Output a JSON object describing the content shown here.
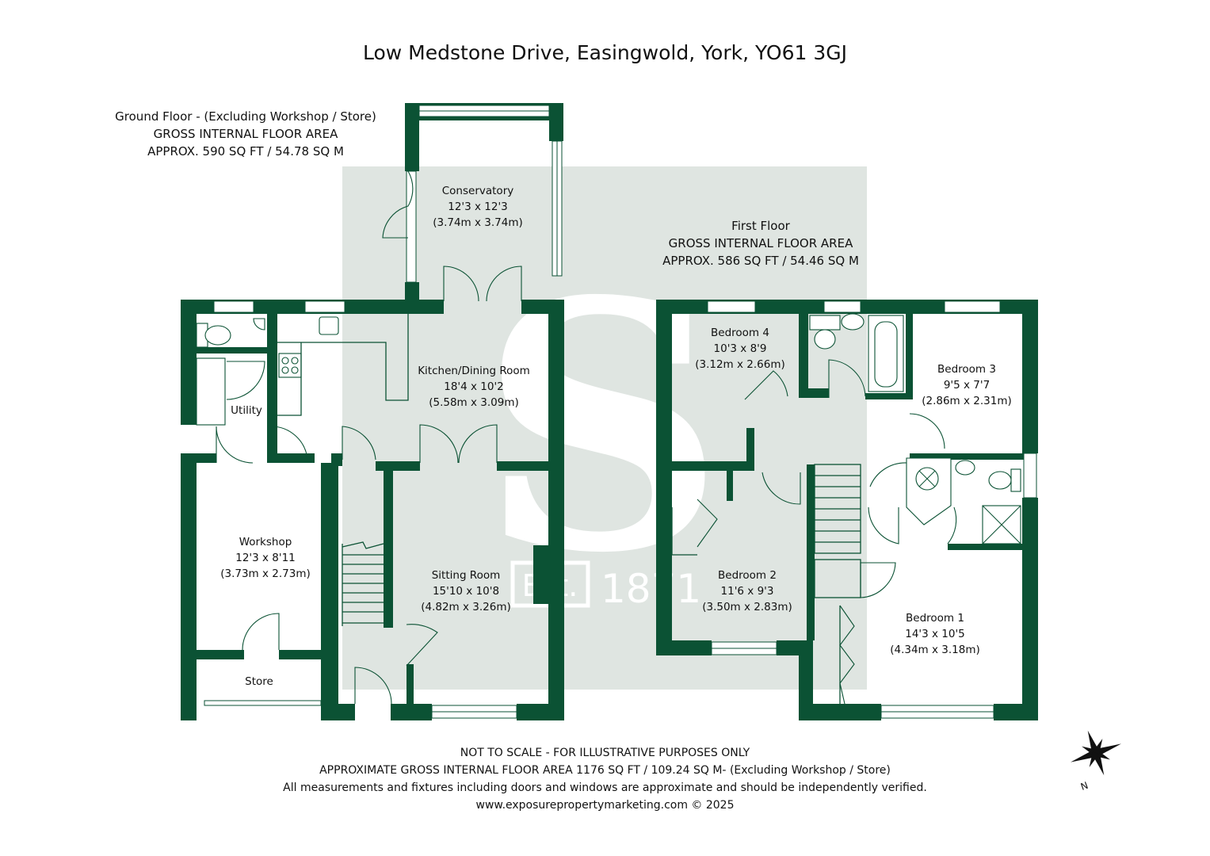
{
  "title": "Low Medstone Drive, Easingwold, York, YO61 3GJ",
  "ground_floor": {
    "heading": "Ground Floor - (Excluding Workshop / Store)",
    "area_label": "GROSS INTERNAL FLOOR AREA",
    "area_value": "APPROX. 590 SQ FT / 54.78 SQ M"
  },
  "first_floor": {
    "heading": "First Floor",
    "area_label": "GROSS INTERNAL FLOOR AREA",
    "area_value": "APPROX. 586 SQ FT / 54.46 SQ M"
  },
  "rooms": {
    "conservatory": {
      "name": "Conservatory",
      "imperial": "12'3 x 12'3",
      "metric": "(3.74m x 3.74m)"
    },
    "kitchen": {
      "name": "Kitchen/Dining Room",
      "imperial": "18'4 x 10'2",
      "metric": "(5.58m x 3.09m)"
    },
    "utility": {
      "name": "Utility"
    },
    "workshop": {
      "name": "Workshop",
      "imperial": "12'3 x 8'11",
      "metric": "(3.73m x 2.73m)"
    },
    "sitting": {
      "name": "Sitting Room",
      "imperial": "15'10 x 10'8",
      "metric": "(4.82m x 3.26m)"
    },
    "store": {
      "name": "Store"
    },
    "bedroom4": {
      "name": "Bedroom 4",
      "imperial": "10'3 x 8'9",
      "metric": "(3.12m x 2.66m)"
    },
    "bedroom3": {
      "name": "Bedroom 3",
      "imperial": "9'5 x 7'7",
      "metric": "(2.86m x 2.31m)"
    },
    "bedroom2": {
      "name": "Bedroom 2",
      "imperial": "11'6 x 9'3",
      "metric": "(3.50m x 2.83m)"
    },
    "bedroom1": {
      "name": "Bedroom 1",
      "imperial": "14'3 x 10'5",
      "metric": "(4.34m x 3.18m)"
    }
  },
  "watermark": {
    "letter": "S",
    "est": "Est.",
    "year": "1871"
  },
  "footer": {
    "line1": "NOT TO SCALE - FOR ILLUSTRATIVE PURPOSES ONLY",
    "line2": "APPROXIMATE GROSS INTERNAL FLOOR AREA 1176 SQ FT / 109.24 SQ M- (Excluding Workshop / Store)",
    "line3": "All measurements and fixtures including doors and windows are approximate and should be independently verified.",
    "line4": "www.exposurepropertymarketing.com © 2025"
  },
  "compass": {
    "label": "N"
  },
  "colors": {
    "wall": "#0b5234",
    "watermark_bg": "#dfe5e1"
  }
}
